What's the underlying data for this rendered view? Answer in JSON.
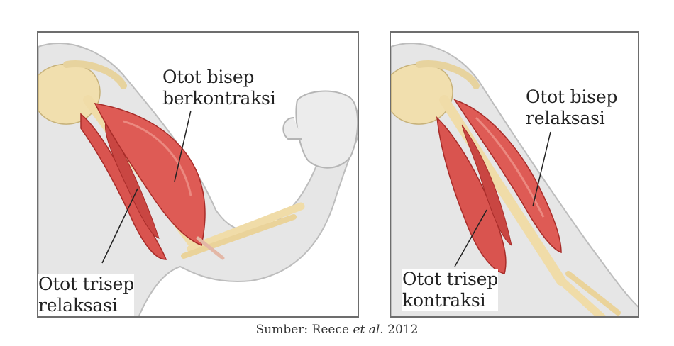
{
  "panels": {
    "left": {
      "biceps_label_line1": "Otot bisep",
      "biceps_label_line2": "berkontraksi",
      "triceps_label_line1": "Otot trisep",
      "triceps_label_line2": "relaksasi"
    },
    "right": {
      "biceps_label_line1": "Otot bisep",
      "biceps_label_line2": "relaksasi",
      "triceps_label_line1": "Otot trisep",
      "triceps_label_line2": "kontraksi"
    }
  },
  "caption": {
    "prefix": "Sumber: Reece ",
    "italic": "et al.",
    "suffix": " 2012"
  },
  "colors": {
    "muscle": "#d9544f",
    "muscle_dark": "#b8322f",
    "bone": "#f3e2b4",
    "skin": "#e8e8e8",
    "border": "#6d6d6d"
  }
}
